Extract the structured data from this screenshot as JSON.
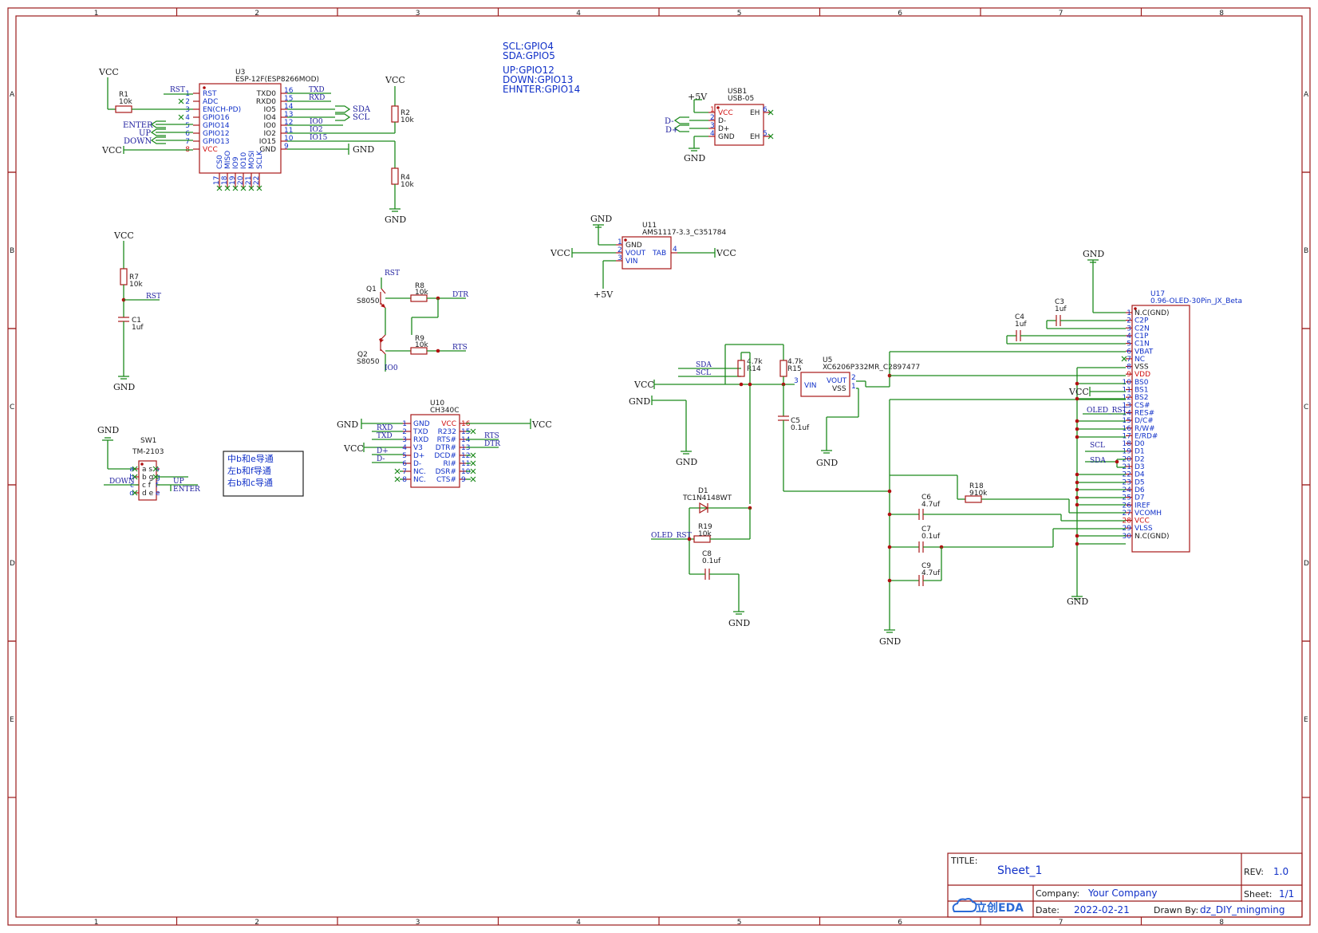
{
  "frame": {
    "columns": [
      "1",
      "2",
      "3",
      "4",
      "5",
      "6",
      "7",
      "8"
    ],
    "rows": [
      "A",
      "B",
      "C",
      "D",
      "E"
    ]
  },
  "notes": [
    "SCL:GPIO4",
    "SDA:GPIO5",
    "UP:GPIO12",
    "DOWN:GPIO13",
    "EHNTER:GPIO14"
  ],
  "switch_note": [
    "中b和e导通",
    "左b和f导通",
    "右b和c导通"
  ],
  "components": {
    "u3": {
      "ref": "U3",
      "value": "ESP-12F(ESP8266MOD)",
      "left_pins": [
        {
          "n": "1",
          "name": "RST"
        },
        {
          "n": "2",
          "name": "ADC"
        },
        {
          "n": "3",
          "name": "EN(CH-PD)"
        },
        {
          "n": "4",
          "name": "GPIO16"
        },
        {
          "n": "5",
          "name": "GPIO14"
        },
        {
          "n": "6",
          "name": "GPIO12"
        },
        {
          "n": "7",
          "name": "GPIO13"
        },
        {
          "n": "8",
          "name": "VCC"
        }
      ],
      "right_pins": [
        {
          "n": "16",
          "name": "TXD0"
        },
        {
          "n": "15",
          "name": "RXD0"
        },
        {
          "n": "14",
          "name": "IO5"
        },
        {
          "n": "13",
          "name": "IO4"
        },
        {
          "n": "12",
          "name": "IO0"
        },
        {
          "n": "11",
          "name": "IO2"
        },
        {
          "n": "10",
          "name": "IO15"
        },
        {
          "n": "9",
          "name": "GND"
        }
      ],
      "bottom_pins": [
        {
          "n": "17",
          "name": "CS0"
        },
        {
          "n": "18",
          "name": "MISO"
        },
        {
          "n": "19",
          "name": "IO9"
        },
        {
          "n": "20",
          "name": "IO10"
        },
        {
          "n": "21",
          "name": "MOSI"
        },
        {
          "n": "22",
          "name": "SCLK"
        }
      ]
    },
    "r1": {
      "ref": "R1",
      "value": "10k"
    },
    "r2": {
      "ref": "R2",
      "value": "10k"
    },
    "r4": {
      "ref": "R4",
      "value": "10k"
    },
    "r7": {
      "ref": "R7",
      "value": "10k"
    },
    "c1": {
      "ref": "C1",
      "value": "1uf"
    },
    "q1": {
      "ref": "Q1",
      "value": "S8050"
    },
    "q2": {
      "ref": "Q2",
      "value": "S8050"
    },
    "r8": {
      "ref": "R8",
      "value": "10k"
    },
    "r9": {
      "ref": "R9",
      "value": "10k"
    },
    "sw1": {
      "ref": "SW1",
      "value": "TM-2103",
      "left": [
        "a",
        "b",
        "c",
        "d"
      ],
      "inner": [
        "a s",
        "b g",
        "c f",
        "d e"
      ],
      "right": [
        "s",
        "g",
        "f",
        "e"
      ]
    },
    "u10": {
      "ref": "U10",
      "value": "CH340C",
      "left_pins": [
        {
          "n": "1",
          "name": "GND"
        },
        {
          "n": "2",
          "name": "TXD"
        },
        {
          "n": "3",
          "name": "RXD"
        },
        {
          "n": "4",
          "name": "V3"
        },
        {
          "n": "5",
          "name": "D+"
        },
        {
          "n": "6",
          "name": "D-"
        },
        {
          "n": "7",
          "name": "NC."
        },
        {
          "n": "8",
          "name": "NC."
        }
      ],
      "right_pins": [
        {
          "n": "16",
          "name": "VCC"
        },
        {
          "n": "15",
          "name": "R232"
        },
        {
          "n": "14",
          "name": "RTS#"
        },
        {
          "n": "13",
          "name": "DTR#"
        },
        {
          "n": "12",
          "name": "DCD#"
        },
        {
          "n": "11",
          "name": "RI#"
        },
        {
          "n": "10",
          "name": "DSR#"
        },
        {
          "n": "9",
          "name": "CTS#"
        }
      ]
    },
    "usb1": {
      "ref": "USB1",
      "value": "USB-05",
      "pins": [
        {
          "n": "1",
          "name": "VCC"
        },
        {
          "n": "2",
          "name": "D-"
        },
        {
          "n": "3",
          "name": "D+"
        },
        {
          "n": "4",
          "name": "GND"
        }
      ],
      "eh": [
        {
          "n": "6",
          "name": "EH"
        },
        {
          "n": "5",
          "name": "EH"
        }
      ]
    },
    "u11": {
      "ref": "U11",
      "value": "AMS1117-3.3_C351784",
      "pins": [
        {
          "n": "1",
          "name": "GND"
        },
        {
          "n": "2",
          "name": "VOUT"
        },
        {
          "n": "3",
          "name": "VIN"
        }
      ],
      "tab": {
        "n": "4",
        "name": "TAB"
      }
    },
    "u5": {
      "ref": "U5",
      "value": "XC6206P332MR_C2897477",
      "vin": {
        "n": "3",
        "name": "VIN"
      },
      "vout": {
        "n": "2",
        "name": "VOUT"
      },
      "vss": {
        "n": "1",
        "name": "VSS"
      }
    },
    "r14": {
      "ref": "R14",
      "value": "4.7k"
    },
    "r15": {
      "ref": "R15",
      "value": "4.7k"
    },
    "c5": {
      "ref": "C5",
      "value": "0.1uf"
    },
    "d1": {
      "ref": "D1",
      "value": "TC1N4148WT"
    },
    "r19": {
      "ref": "R19",
      "value": "10k"
    },
    "c8": {
      "ref": "C8",
      "value": "0.1uf"
    },
    "c3": {
      "ref": "C3",
      "value": "1uf"
    },
    "c4": {
      "ref": "C4",
      "value": "1uf"
    },
    "c6": {
      "ref": "C6",
      "value": "4.7uf"
    },
    "c7": {
      "ref": "C7",
      "value": "0.1uf"
    },
    "c9": {
      "ref": "C9",
      "value": "4.7uf"
    },
    "r18": {
      "ref": "R18",
      "value": "910k"
    },
    "u17": {
      "ref": "U17",
      "value": "0.96-OLED-30Pin_JX_Beta",
      "pins": [
        {
          "n": "1",
          "name": "N.C(GND)"
        },
        {
          "n": "2",
          "name": "C2P"
        },
        {
          "n": "3",
          "name": "C2N"
        },
        {
          "n": "4",
          "name": "C1P"
        },
        {
          "n": "5",
          "name": "C1N"
        },
        {
          "n": "6",
          "name": "VBAT"
        },
        {
          "n": "7",
          "name": "NC"
        },
        {
          "n": "8",
          "name": "VSS"
        },
        {
          "n": "9",
          "name": "VDD"
        },
        {
          "n": "10",
          "name": "BS0"
        },
        {
          "n": "11",
          "name": "BS1"
        },
        {
          "n": "12",
          "name": "BS2"
        },
        {
          "n": "13",
          "name": "CS#"
        },
        {
          "n": "14",
          "name": "RES#"
        },
        {
          "n": "15",
          "name": "D/C#"
        },
        {
          "n": "16",
          "name": "R/W#"
        },
        {
          "n": "17",
          "name": "E/RD#"
        },
        {
          "n": "18",
          "name": "D0"
        },
        {
          "n": "19",
          "name": "D1"
        },
        {
          "n": "20",
          "name": "D2"
        },
        {
          "n": "21",
          "name": "D3"
        },
        {
          "n": "22",
          "name": "D4"
        },
        {
          "n": "23",
          "name": "D5"
        },
        {
          "n": "24",
          "name": "D6"
        },
        {
          "n": "25",
          "name": "D7"
        },
        {
          "n": "26",
          "name": "IREF"
        },
        {
          "n": "27",
          "name": "VCOMH"
        },
        {
          "n": "28",
          "name": "VCC"
        },
        {
          "n": "29",
          "name": "VLSS"
        },
        {
          "n": "30",
          "name": "N.C(GND)"
        }
      ]
    }
  },
  "power": {
    "vcc": "VCC",
    "gnd": "GND",
    "p5v": "+5V"
  },
  "nets": {
    "rst": "RST",
    "dtr": "DTR",
    "rts": "RTS",
    "io0": "IO0",
    "io2": "IO2",
    "io15": "IO15",
    "txd": "TXD",
    "rxd": "RXD",
    "sda": "SDA",
    "scl": "SCL",
    "enter": "ENTER",
    "up": "UP",
    "down": "DOWN",
    "dplus": "D+",
    "dminus": "D-",
    "oled_rst": "OLED_RST"
  },
  "title_block": {
    "title_label": "TITLE:",
    "title": "Sheet_1",
    "rev_label": "REV:",
    "rev": "1.0",
    "company_label": "Company:",
    "company": "Your Company",
    "sheet_label": "Sheet:",
    "sheet": "1/1",
    "date_label": "Date:",
    "date": "2022-02-21",
    "drawn_label": "Drawn By:",
    "drawn_by": "dz_DIY_mingming",
    "logo_text": "立创EDA"
  },
  "colors": {
    "frame": "#9b1b1b",
    "wire": "#1c8a1c",
    "component": "#a81818",
    "pin_text": "#1030c8",
    "net_label": "#1d1d9e"
  }
}
